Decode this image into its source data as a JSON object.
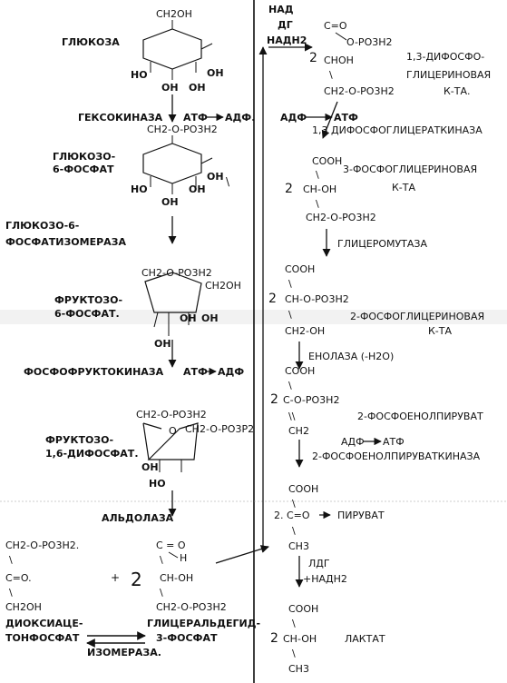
{
  "glucose": {
    "name": "ГЛЮКОЗА",
    "ring_top": "CH2OH",
    "ring_oh": [
      "HO",
      "OH",
      "OH",
      "OH"
    ]
  },
  "hexokinase": {
    "enzyme": "ГЕКСОКИНАЗА",
    "atp": "АТФ",
    "adp": "АДФ."
  },
  "glucose6p": {
    "name_line1": "ГЛЮКОЗО-",
    "name_line2": "6-ФОСФАТ",
    "ring_top": "CH2-O-PO3H2",
    "ring_oh": [
      "HO",
      "OH",
      "OH",
      "OH"
    ],
    "tick": "\\"
  },
  "isomerase": {
    "line1": "ГЛЮКОЗО-6-",
    "line2": "ФОСФАТИЗОМЕРАЗА"
  },
  "fructose6p": {
    "name_line1": "ФРУКТОЗО-",
    "name_line2": "6-ФОСФАТ.",
    "ring_left": "CH2-O-PO3H2",
    "ring_right": "CH2OH",
    "ring_oh": [
      "OH",
      "OH",
      "OH"
    ]
  },
  "pfk": {
    "enzyme": "ФОСФОФРУКТОКИНАЗА",
    "atp": "АТФ",
    "adp": "АДФ"
  },
  "fructose16bp": {
    "name_line1": "ФРУКТОЗО-",
    "name_line2": "1,6-ДИФОСФАТ.",
    "ring_left": "CH2-O-PO3H2",
    "ring_o": "O",
    "ring_right": "CH2-O-PO3P2",
    "ring_oh": [
      "OH",
      "HO"
    ]
  },
  "aldolase": {
    "enzyme": "АЛЬДОЛАЗА"
  },
  "dhap": {
    "line1": "CH2-O-PO3H2.",
    "line2": "C=O.",
    "line3": "CH2OH",
    "name_line1": "ДИОКСИАЦЕ-",
    "name_line2": "ТОНФОСФАТ"
  },
  "plus": "+",
  "two": "2",
  "gap": {
    "co": "C = O",
    "h": "H",
    "choh": "CH-OH",
    "ch2": "CH2-O-PO3H2",
    "name_line1": "ГЛИЦЕРАЛЬДЕГИД-",
    "name_line2": "3-ФОСФАТ"
  },
  "isomerase2": "ИЗОМЕРАЗА.",
  "bond_single": "\\",
  "bond_double": "\\\\",
  "gapdh": {
    "nad": "НАД",
    "dg": "ДГ",
    "nadh": "НАДН2"
  },
  "bpg": {
    "co": "C=O",
    "opo": "O-PO3H2",
    "chon": "CHOH",
    "ch2": "CH2-O-PO3H2",
    "name_line1": "1,3-ДИФОСФО-",
    "name_line2": "ГЛИЦЕРИНОВАЯ",
    "name_line3": "К-ТА."
  },
  "pgk": {
    "adp": "АДФ",
    "atp": "АТФ",
    "enzyme": "1,3 ДИФОСФОГЛИЦЕРАТКИНАЗА"
  },
  "pg3": {
    "cooh": "COOH",
    "choh": "CH-OH",
    "ch2": "CH2-O-PO3H2",
    "name_line1": "3-ФОСФОГЛИЦЕРИНОВАЯ",
    "name_line2": "К-ТА"
  },
  "mutase": {
    "enzyme": "ГЛИЦЕРОМУТАЗА"
  },
  "pg2": {
    "cooh": "COOH",
    "ch": "CH-O-PO3H2",
    "ch2oh": "CH2-OH",
    "name_line1": "2-ФОСФОГЛИЦЕРИНОВАЯ",
    "name_line2": "К-ТА"
  },
  "enolase": {
    "enzyme": "ЕНОЛАЗА (-H2O)"
  },
  "pep": {
    "cooh": "COOH",
    "c": "C-O-PO3H2",
    "ch2": "CH2",
    "name": "2-ФОСФОЕНОЛПИРУВАТ"
  },
  "pk": {
    "adp": "АДФ",
    "atp": "АТФ",
    "enzyme": "2-ФОСФОЕНОЛПИРУВАТКИНАЗА"
  },
  "pyruvate": {
    "cooh": "COOH",
    "co": "2. C=O",
    "ch3": "CH3",
    "name": "ПИРУВАТ"
  },
  "ldh": {
    "enzyme": "ЛДГ",
    "nadh": "+НАДН2"
  },
  "lactate": {
    "cooh": "COOH",
    "choh": "CH-OH",
    "ch3": "CH3",
    "name": "ЛАКТАТ"
  }
}
